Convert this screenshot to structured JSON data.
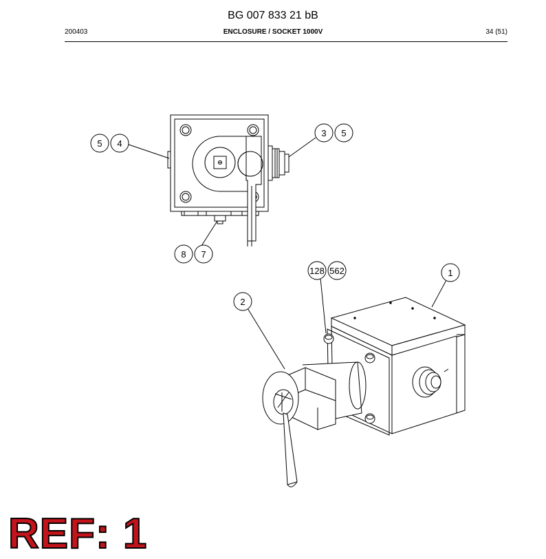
{
  "header": {
    "doc_number": "BG 007 833 21 bB",
    "date_code": "200403",
    "section": "ENCLOSURE / SOCKET 1000V",
    "page": "34 (51)"
  },
  "callouts": {
    "c5a": "5",
    "c4": "4",
    "c3": "3",
    "c5b": "5",
    "c8": "8",
    "c7": "7",
    "c128": "128",
    "c562": "562",
    "c1": "1",
    "c2": "2"
  },
  "ref_label": "REF: 1"
}
